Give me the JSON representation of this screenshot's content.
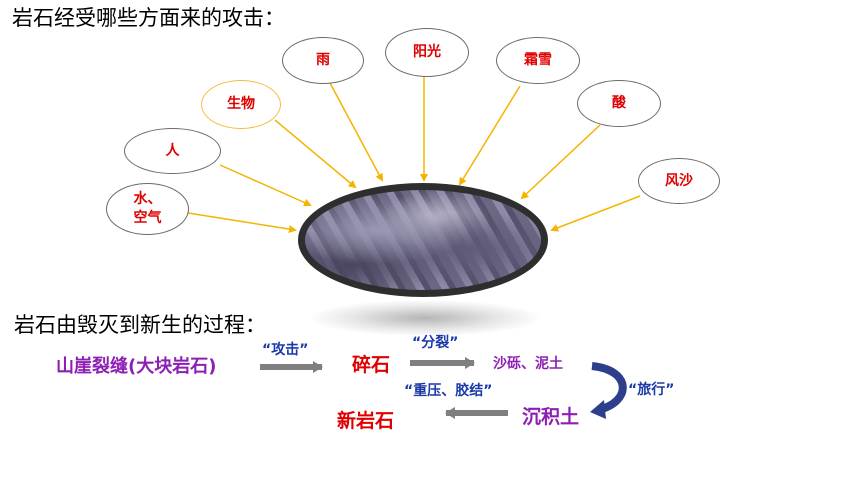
{
  "heading": "岩石经受哪些方面来的攻击：",
  "forces": [
    {
      "label": [
        "水、",
        "空气"
      ]
    },
    {
      "label": [
        "人"
      ]
    },
    {
      "label": [
        "生物"
      ]
    },
    {
      "label": [
        "雨"
      ]
    },
    {
      "label": [
        "阳光"
      ]
    },
    {
      "label": [
        "霜雪"
      ]
    },
    {
      "label": [
        "酸"
      ]
    },
    {
      "label": [
        "风沙"
      ]
    }
  ],
  "process_heading": "岩石由毁灭到新生的过程：",
  "process": {
    "start": "山崖裂缝(大块岩石)",
    "attack": "“攻击”",
    "fragments": "碎石",
    "split": "“分裂”",
    "sand_mud": "沙砾、泥土",
    "travel": "“旅行”",
    "sediment": "沉积土",
    "compress": "“重压、胶结”",
    "new_rock": "新岩石"
  },
  "colors": {
    "force_text": "#e00000",
    "arrow_yellow": "#f4b400",
    "process_purple": "#8e1fb5",
    "process_red": "#e00000",
    "process_blue": "#1a3aa8",
    "gray_arrow": "#7f7f7f"
  }
}
